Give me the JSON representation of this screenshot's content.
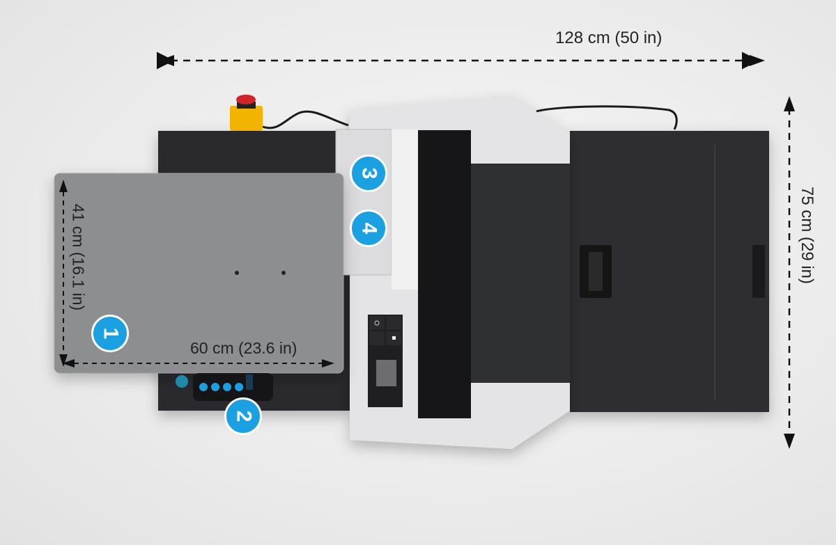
{
  "dimensions": {
    "total_width": "128 cm (50 in)",
    "total_depth": "75 cm (29 in)",
    "platen_depth": "41 cm (16.1 in)",
    "platen_width": "60 cm (23.6 in)"
  },
  "callouts": [
    {
      "number": "1",
      "target": "platen"
    },
    {
      "number": "2",
      "target": "keypad"
    },
    {
      "number": "3",
      "target": "print-head-panel-upper"
    },
    {
      "number": "4",
      "target": "print-head-panel-lower"
    }
  ],
  "colors": {
    "callout": "#1ba1e2",
    "machine_dark": "#2b2c2f",
    "housing": "#e4e4e6",
    "platen": "#8d8e90",
    "estop_yellow": "#f2b400",
    "estop_red": "#d0232a"
  }
}
